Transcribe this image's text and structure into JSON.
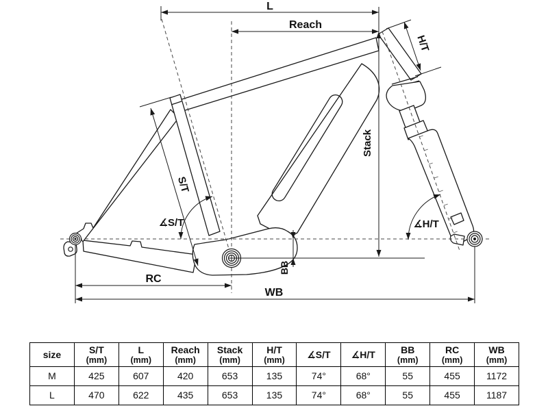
{
  "diagram": {
    "dim_labels": {
      "l": "L",
      "reach": "Reach",
      "ht": "H/T",
      "stack": "Stack",
      "st": "S/T",
      "angle_st": "∡S/T",
      "angle_ht": "∡H/T",
      "bb": "BB",
      "rc": "RC",
      "wb": "WB"
    },
    "line_color": "#1a1a1a"
  },
  "table": {
    "header": [
      {
        "label": "size",
        "unit": ""
      },
      {
        "label": "S/T",
        "unit": "(mm)"
      },
      {
        "label": "L",
        "unit": "(mm)"
      },
      {
        "label": "Reach",
        "unit": "(mm)"
      },
      {
        "label": "Stack",
        "unit": "(mm)"
      },
      {
        "label": "H/T",
        "unit": "(mm)"
      },
      {
        "label": "∡S/T",
        "unit": ""
      },
      {
        "label": "∡H/T",
        "unit": ""
      },
      {
        "label": "BB",
        "unit": "(mm)"
      },
      {
        "label": "RC",
        "unit": "(mm)"
      },
      {
        "label": "WB",
        "unit": "(mm)"
      }
    ],
    "rows": [
      {
        "size": "M",
        "st": "425",
        "l": "607",
        "reach": "420",
        "stack": "653",
        "ht": "135",
        "angle_st": "74°",
        "angle_ht": "68°",
        "bb": "55",
        "rc": "455",
        "wb": "1172"
      },
      {
        "size": "L",
        "st": "470",
        "l": "622",
        "reach": "435",
        "stack": "653",
        "ht": "135",
        "angle_st": "74°",
        "angle_ht": "68°",
        "bb": "55",
        "rc": "455",
        "wb": "1187"
      }
    ]
  }
}
